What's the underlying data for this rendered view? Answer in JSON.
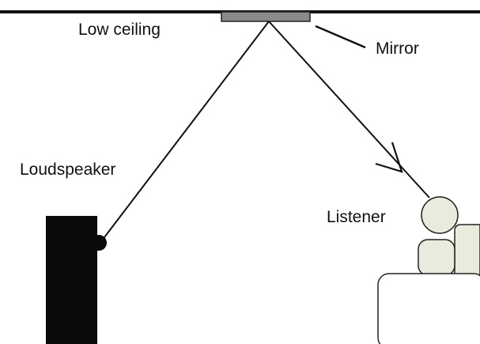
{
  "labels": {
    "ceiling": "Low ceiling",
    "mirror": "Mirror",
    "loudspeaker": "Loudspeaker",
    "listener": "Listener"
  },
  "colors": {
    "background": "#ffffff",
    "ink": "#111111",
    "mirror_fill": "#8a8a8a",
    "speaker_fill": "#0a0a0a",
    "listener_fill": "#e9ecdc"
  }
}
